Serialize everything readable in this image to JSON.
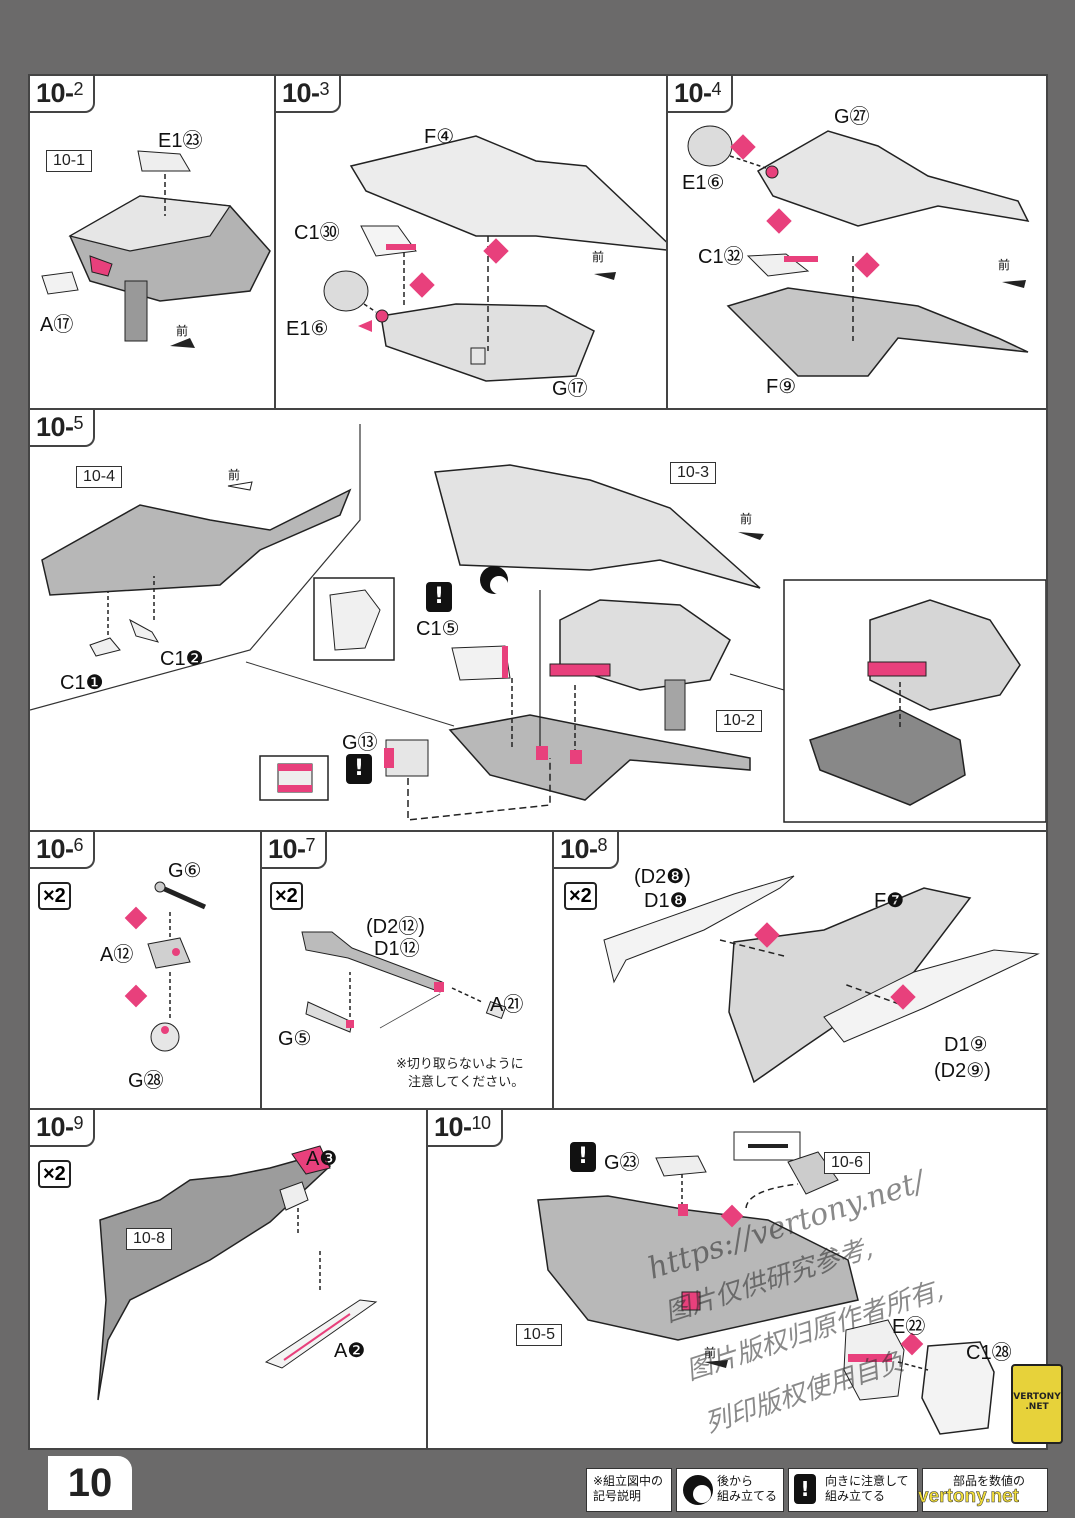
{
  "page": {
    "number": "10",
    "colors": {
      "highlight": "#e8407c",
      "part_grey": "#a9a9a9",
      "panel_border": "#444444",
      "background": "#6b6a6a"
    }
  },
  "steps": {
    "s10_2": {
      "main": "10-",
      "sub": "2",
      "ref": "10-1",
      "parts": {
        "e1": "E1㉓",
        "a": "A⑰"
      },
      "front": "前"
    },
    "s10_3": {
      "main": "10-",
      "sub": "3",
      "parts": {
        "f": "F④",
        "c1": "C1㉚",
        "e1": "E1⑥",
        "g": "G⑰"
      },
      "front": "前"
    },
    "s10_4": {
      "main": "10-",
      "sub": "4",
      "parts": {
        "g": "G㉗",
        "e1": "E1⑥",
        "c1": "C1㉜",
        "f": "F⑨"
      },
      "front": "前"
    },
    "s10_5": {
      "main": "10-",
      "sub": "5",
      "refs": {
        "r4": "10-4",
        "r3": "10-3",
        "r2": "10-2"
      },
      "parts": {
        "c1a": "C1❶",
        "c1b": "C1❷",
        "c15": "C1⑤",
        "g": "G⑬"
      },
      "front1": "前",
      "front2": "前"
    },
    "s10_6": {
      "main": "10-",
      "sub": "6",
      "mult": "×2",
      "parts": {
        "g6": "G⑥",
        "a": "A⑫",
        "g28": "G㉘"
      }
    },
    "s10_7": {
      "main": "10-",
      "sub": "7",
      "mult": "×2",
      "parts": {
        "d2": "(D2⑫)",
        "d1": "D1⑫",
        "a": "A㉑",
        "g": "G⑤"
      },
      "note1": "※切り取らないように",
      "note2": "注意してください。"
    },
    "s10_8": {
      "main": "10-",
      "sub": "8",
      "mult": "×2",
      "parts": {
        "d2a": "(D2❽)",
        "d1a": "D1❽",
        "f": "F❼",
        "d1b": "D1⑨",
        "d2b": "(D2⑨)"
      }
    },
    "s10_9": {
      "main": "10-",
      "sub": "9",
      "mult": "×2",
      "ref": "10-8",
      "parts": {
        "a3": "A❸",
        "a2": "A❷"
      }
    },
    "s10_10": {
      "main": "10-",
      "sub": "10",
      "refs": {
        "r6": "10-6",
        "r5": "10-5"
      },
      "parts": {
        "g": "G㉓",
        "e": "E㉒",
        "c1": "C1㉘"
      },
      "front": "前"
    }
  },
  "legend": {
    "title_line1": "※組立図中の",
    "title_line2": "記号説明",
    "item1_line1": "後から",
    "item1_line2": "組み立てる",
    "item2_line1": "向きに注意して",
    "item2_line2": "組み立てる",
    "item3_fragment": "部品を数値の"
  },
  "watermarks": {
    "url": "https://vertony.net/",
    "cn1": "图片仅供研究参考,",
    "cn2": "图片版权归原作者所有,",
    "cn3": "列印版权使用自负",
    "badge": "VERTONY .NET",
    "site": "vertony.net"
  }
}
